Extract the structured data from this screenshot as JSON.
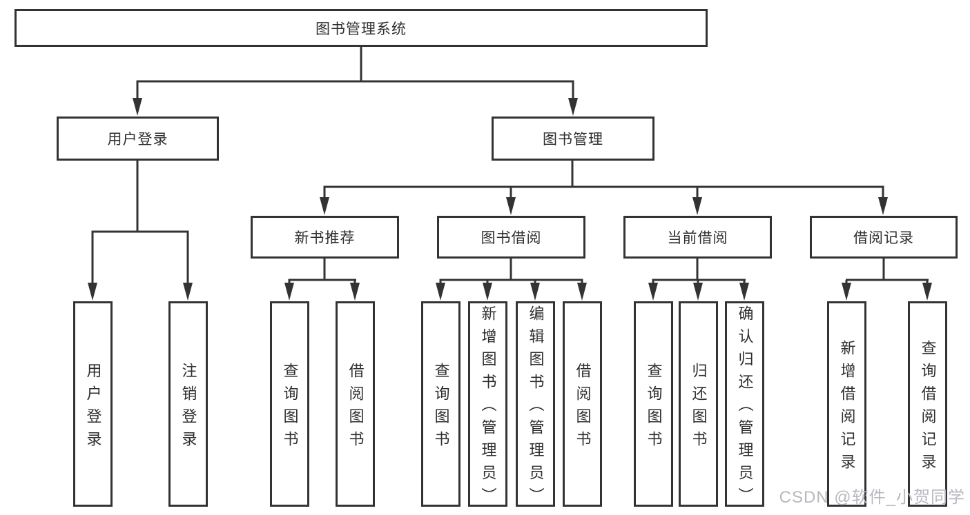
{
  "tree": {
    "root": "图书管理系统",
    "branches": [
      {
        "label": "用户登录",
        "children": [
          "用户登录",
          "注销登录"
        ]
      },
      {
        "label": "图书管理",
        "children": [
          {
            "label": "新书推荐",
            "children": [
              "查询图书",
              "借阅图书"
            ]
          },
          {
            "label": "图书借阅",
            "children": [
              "查询图书",
              "新增图书（管理员）",
              "编辑图书（管理员）",
              "借阅图书"
            ]
          },
          {
            "label": "当前借阅",
            "children": [
              "查询图书",
              "归还图书",
              "确认归还（管理员）"
            ]
          },
          {
            "label": "借阅记录",
            "children": [
              "新增借阅记录",
              "查询借阅记录"
            ]
          }
        ]
      }
    ]
  },
  "watermark": {
    "text": "CSDN @软件_小贺同学"
  },
  "colors": {
    "line": "#333333",
    "box_border": "#333333",
    "text": "#2f2f2f",
    "watermark": "#b6b9bf",
    "background": "#ffffff"
  }
}
